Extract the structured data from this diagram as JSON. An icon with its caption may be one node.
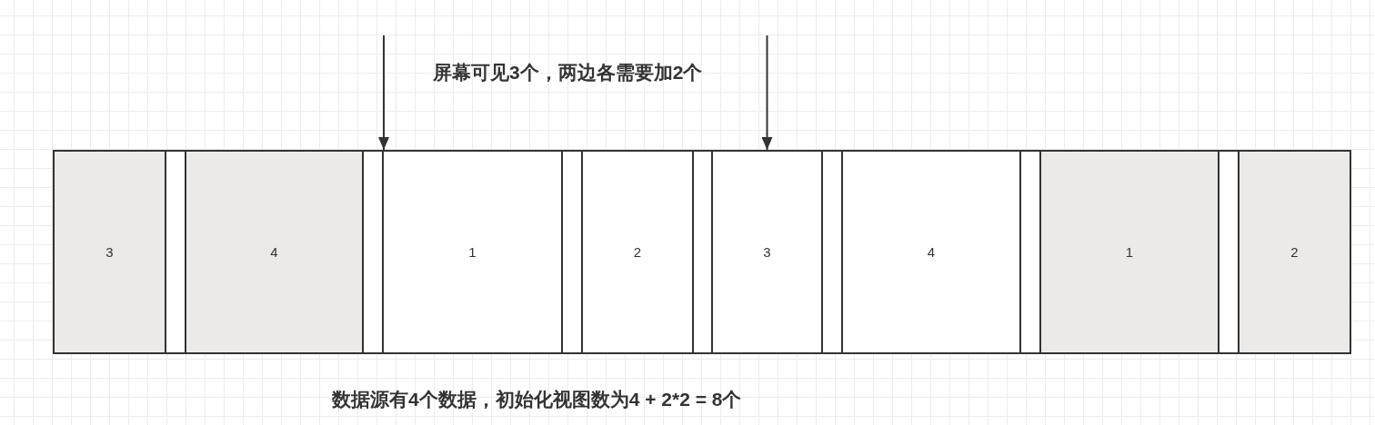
{
  "diagram": {
    "nodes": [
      {
        "text": [
          "3"
        ]
      },
      {
        "text": [],
        "shape": "box"
      },
      {
        "text": [
          "4"
        ]
      },
      {
        "text": [],
        "shape": "box"
      },
      {
        "text": [
          "1"
        ]
      },
      {
        "text": [],
        "shape": "box"
      },
      {
        "text": [
          "2"
        ]
      },
      {
        "text": [],
        "shape": "box"
      },
      {
        "text": [
          "3"
        ]
      },
      {
        "text": [],
        "shape": "box"
      },
      {
        "text": [
          "4"
        ]
      },
      {
        "text": [],
        "shape": "box"
      },
      {
        "text": [
          "1"
        ]
      },
      {
        "text": [],
        "shape": "box"
      },
      {
        "text": [
          "2"
        ]
      }
    ],
    "edges": [
      {
        "from": null,
        "to": 4,
        "arrow": "to"
      },
      {
        "from": null,
        "to": 8,
        "arrow": "to"
      }
    ],
    "labels": [
      "屏幕可见3个，两边各需要加2个",
      "数据源有4个数据，初始化视图数为4 + 2*2 = 8个"
    ]
  }
}
